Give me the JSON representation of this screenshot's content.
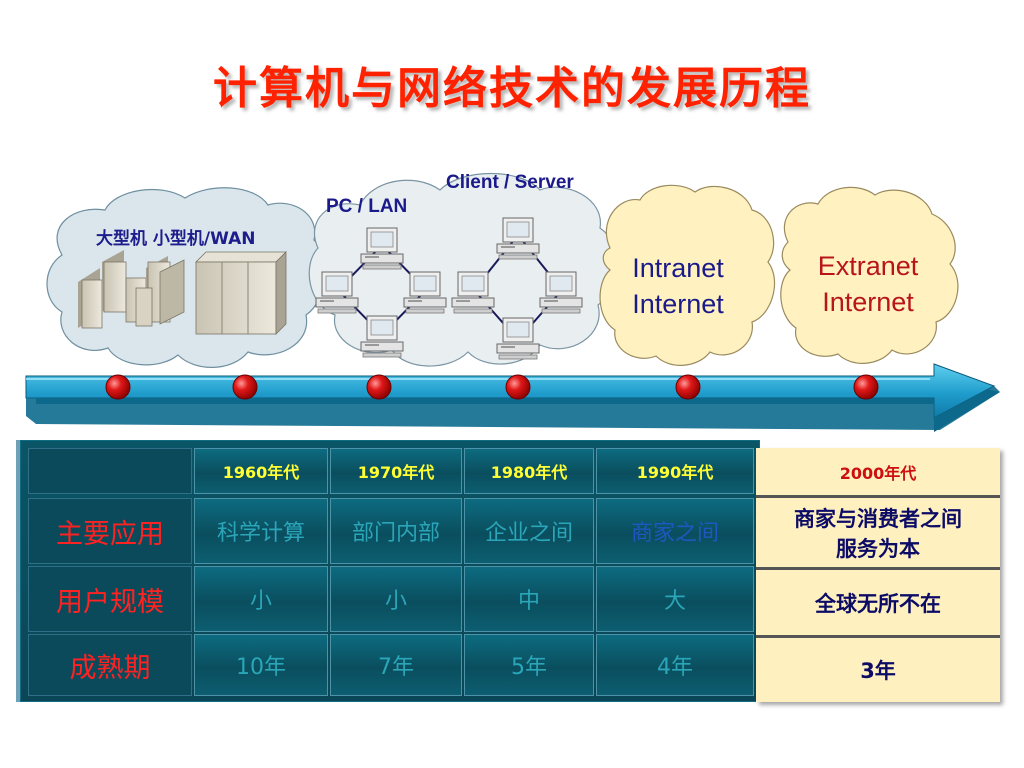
{
  "title": "计算机与网络技术的发展历程",
  "labels": {
    "mainframe": "大型机 小型机/WAN",
    "pc_lan": "PC / LAN",
    "client_server": "Client / Server",
    "intranet": [
      "Intranet",
      "Internet"
    ],
    "extranet": [
      "Extranet",
      "Internet"
    ]
  },
  "table": {
    "decades": [
      "1960年代",
      "1970年代",
      "1980年代",
      "1990年代",
      "2000年代"
    ],
    "rows": [
      {
        "label": "主要应用",
        "values": [
          "科学计算",
          "部门内部",
          "企业之间",
          "商家之间"
        ],
        "last": [
          "商家与消费者之间",
          "服务为本"
        ]
      },
      {
        "label": "用户规模",
        "values": [
          "小",
          "小",
          "中",
          "大"
        ],
        "last": [
          "全球无所不在"
        ]
      },
      {
        "label": "成熟期",
        "values": [
          "10年",
          "7年",
          "5年",
          "4年"
        ],
        "last": [
          "3年"
        ]
      }
    ]
  },
  "colors": {
    "title": "#ff2200",
    "label_navy": "#1a1a8a",
    "extranet_red": "#b8151b",
    "decade_yellow": "#ffff33",
    "row_label_red": "#ff2222",
    "value_teal": "#2aa6b8",
    "value_blue": "#1e57c0",
    "cloud_blue": "#dbe6ec",
    "cloud_yellow": "#fff2c0",
    "arrow": "#1e9ec6",
    "milestone": "#e01818"
  },
  "icons": [
    "mainframe-icon",
    "server-cabinet-icon",
    "pc-workstation-icon",
    "timeline-arrow-icon",
    "milestone-dot-icon"
  ]
}
